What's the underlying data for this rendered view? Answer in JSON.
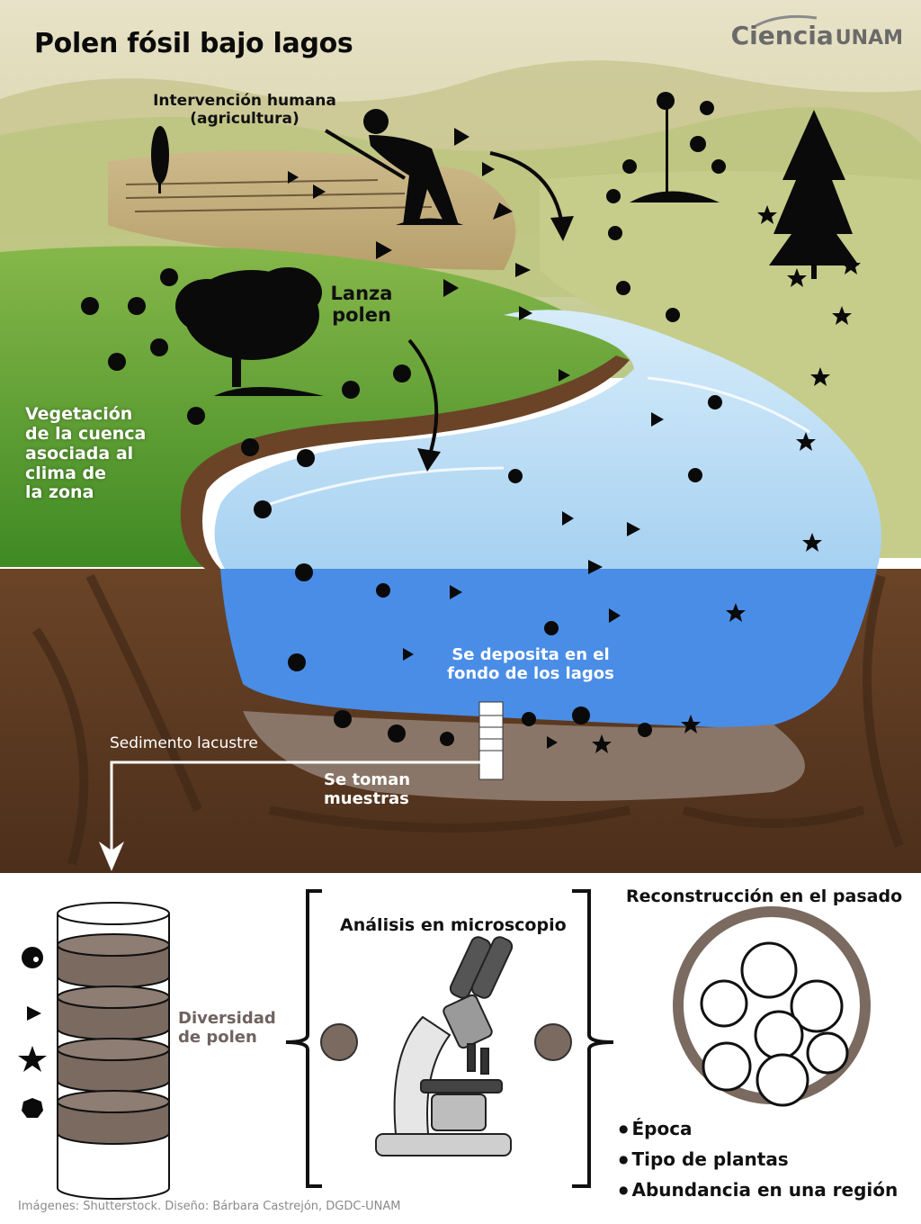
{
  "title": "Polen fósil bajo lagos",
  "brand": {
    "primary": "Ciencia",
    "secondary": "UNAM"
  },
  "labels": {
    "human_intervention": [
      "Intervención humana",
      "(agricultura)"
    ],
    "releases_pollen": [
      "Lanza",
      "polen"
    ],
    "vegetation": [
      "Vegetación",
      "de la cuenca",
      "asociada al",
      "clima de",
      "la zona"
    ],
    "deposit": [
      "Se deposita en el",
      "fondo de los lagos"
    ],
    "sediment": "Sedimento lacustre",
    "samples": [
      "Se toman",
      "muestras"
    ]
  },
  "bottom": {
    "diversity": [
      "Diversidad",
      "de polen"
    ],
    "microscope": "Análisis en microscopio",
    "reconstruction": "Reconstrucción en el pasado",
    "results": [
      "Época",
      "Tipo de plantas",
      "Abundancia en una región"
    ]
  },
  "pollen_legend": [
    "circle-pollen-icon",
    "triangle-pollen-icon",
    "star-pollen-icon",
    "heptagon-pollen-icon"
  ],
  "colors": {
    "lake_light": "#a9d4f2",
    "lake_deep": "#4a8de6",
    "soil": "#5a3a22",
    "sediment": "#8a7668",
    "grass": "#4e9a2e",
    "core_layer": "#7a6a60"
  },
  "credits": "Imágenes: Shutterstock. Diseño: Bárbara Castrejón, DGDC-UNAM"
}
